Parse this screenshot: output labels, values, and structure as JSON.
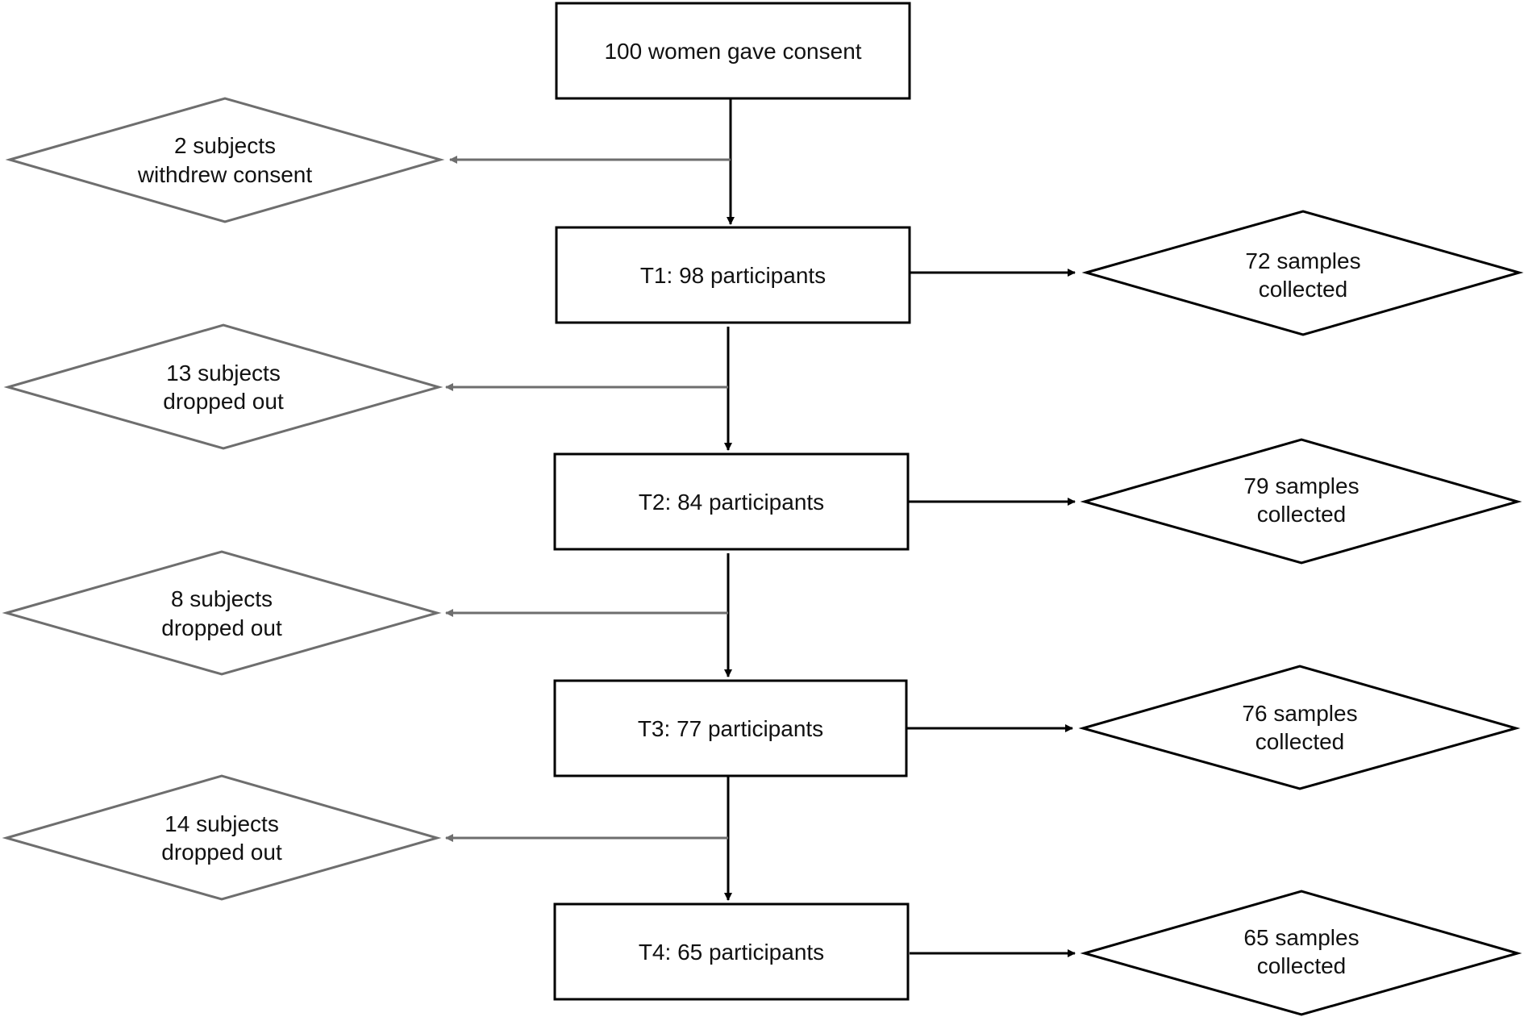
{
  "boxes": [
    {
      "lines": [
        "100 women gave consent"
      ]
    },
    {
      "lines": [
        "T1: 98 participants"
      ]
    },
    {
      "lines": [
        "T2: 84 participants"
      ]
    },
    {
      "lines": [
        "T3: 77 participants"
      ]
    },
    {
      "lines": [
        "T4: 65 participants"
      ]
    }
  ],
  "exclusions": [
    {
      "lines": [
        "2 subjects",
        "withdrew consent"
      ]
    },
    {
      "lines": [
        "13 subjects",
        "dropped out"
      ]
    },
    {
      "lines": [
        "8 subjects",
        "dropped out"
      ]
    },
    {
      "lines": [
        "14 subjects",
        "dropped out"
      ]
    }
  ],
  "samples": [
    {
      "lines": [
        "72 samples",
        "collected"
      ]
    },
    {
      "lines": [
        "79 samples",
        "collected"
      ]
    },
    {
      "lines": [
        "76 samples",
        "collected"
      ]
    },
    {
      "lines": [
        "65 samples",
        "collected"
      ]
    }
  ],
  "colors": {
    "box_stroke": "#000000",
    "exclusion_stroke": "#6e6e6e",
    "sample_stroke": "#000000",
    "text": "#111111"
  }
}
